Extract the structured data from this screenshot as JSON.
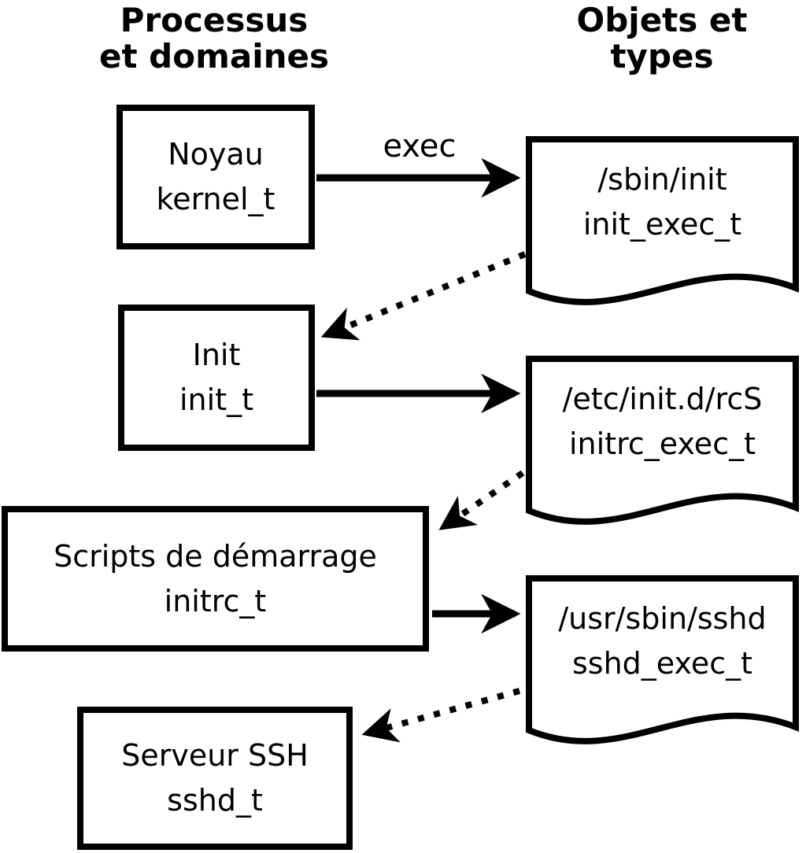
{
  "diagram": {
    "column_headers": {
      "left": {
        "line1": "Processus",
        "line2": "et domaines"
      },
      "right": {
        "line1": "Objets et",
        "line2": "types"
      }
    },
    "edge_labels": {
      "exec": "exec"
    },
    "processes": [
      {
        "label": "Noyau",
        "type": "kernel_t"
      },
      {
        "label": "Init",
        "type": "init_t"
      },
      {
        "label": "Scripts de démarrage",
        "type": "initrc_t"
      },
      {
        "label": "Serveur SSH",
        "type": "sshd_t"
      }
    ],
    "objects": [
      {
        "path": "/sbin/init",
        "type": "init_exec_t"
      },
      {
        "path": "/etc/init.d/rcS",
        "type": "initrc_exec_t"
      },
      {
        "path": "/usr/sbin/sshd",
        "type": "sshd_exec_t"
      }
    ],
    "colors": {
      "line": "#000000",
      "fill": "#ffffff",
      "text": "#000000",
      "background": "#ffffff"
    }
  }
}
